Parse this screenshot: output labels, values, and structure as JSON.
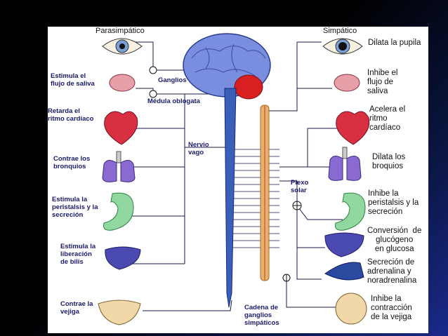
{
  "headers": {
    "parasympathetic": "Parasimpático",
    "sympathetic": "Simpático"
  },
  "center": {
    "ganglia": "Ganglios",
    "medulla": "Médula oblogata",
    "vagus": "Nervio\nvago",
    "solar_plexus": "Plexo\nsolar",
    "chain": "Cadena de\nganglios\nsimpáticos"
  },
  "parasympathetic_effects": [
    {
      "organ": "eye",
      "label": ""
    },
    {
      "organ": "salivary-gland",
      "label": "Estimula el\nflujo de saliva"
    },
    {
      "organ": "heart",
      "label": "Retarda el\nritmo cardíaco"
    },
    {
      "organ": "lungs",
      "label": "Contrae los\nbronquios"
    },
    {
      "organ": "stomach",
      "label": "Estimula la\nperistalsis y la\nsecreción"
    },
    {
      "organ": "liver",
      "label": "Estimula la\nliberación\nde bilis"
    },
    {
      "organ": "bladder",
      "label": "Contrae la\nvejiga"
    }
  ],
  "sympathetic_effects": [
    {
      "organ": "eye",
      "label": "Dilata la pupila"
    },
    {
      "organ": "salivary-gland",
      "label": "Inhibe el\nflujo de\nsaliva"
    },
    {
      "organ": "heart",
      "label": "Acelera el\nritmo\ncardíaco"
    },
    {
      "organ": "lungs",
      "label": "Dilata los\nbroquios"
    },
    {
      "organ": "stomach",
      "label": "Inhibe la\nperistalsis y la\nsecreción"
    },
    {
      "organ": "liver",
      "label": "Conversión  de\nglucógeno\nen glucosa"
    },
    {
      "organ": "adrenal",
      "label": "Secreción de\nadrenalina y\nnoradrenalina"
    },
    {
      "organ": "bladder",
      "label": "Inhibe la\ncontracción\nde la vejiga"
    }
  ],
  "colors": {
    "background_dark": "#000000",
    "background_blue": "#1a2a8a",
    "panel": "#ffffff",
    "label_blue": "#1a1a6e",
    "brain": "#5a6fc8",
    "cerebellum": "#d82020",
    "spinal_cord": "#3a5fb8",
    "chain": "#e8b070",
    "heart": "#d83040",
    "lungs": "#8a6ad0",
    "stomach": "#90d8a0",
    "liver": "#4a4ab0",
    "bladder": "#f0d8a8"
  }
}
